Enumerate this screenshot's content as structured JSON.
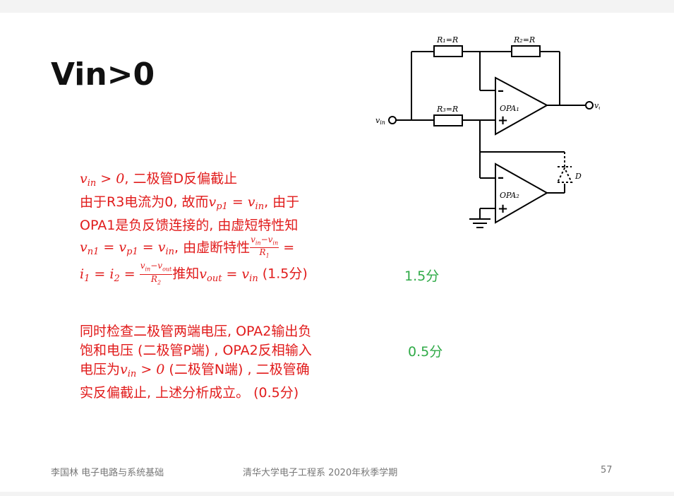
{
  "slide": {
    "title": "Vin>0",
    "block1": {
      "l1_b": ", 二极管D反偏截止",
      "l2_a": "由于R3电流为0, 故而",
      "l2_b": ", 由于",
      "l3": "OPA1是负反馈连接的, 由虚短特性知",
      "l4_b": ", 由虚断特性",
      "l5_b": "推知",
      "l5_c": " (1.5分)"
    },
    "block2": {
      "l1": "同时检查二极管两端电压, OPA2输出负",
      "l2": "饱和电压 (二极管P端) , OPA2反相输入",
      "l3_a": "电压为",
      "l3_b": " (二极管N端) , 二极管确",
      "l4": "实反偏截止, 上述分析成立。 (0.5分)"
    },
    "score1": "1.5分",
    "score2": "0.5分",
    "footer": {
      "left": "李国林  电子电路与系统基础",
      "center": "清华大学电子工程系  2020年秋季学期",
      "page": "57"
    }
  },
  "circuit": {
    "r1": "R₁=R",
    "r2": "R₂=R",
    "r3": "R₃=R",
    "opa1": "OPA₁",
    "opa2": "OPA₂",
    "vin": "v",
    "vin_sub": "in",
    "vout": "v",
    "vout_sub": "out",
    "diode": "D"
  },
  "colors": {
    "red": "#e11b1b",
    "green": "#2faa47"
  }
}
